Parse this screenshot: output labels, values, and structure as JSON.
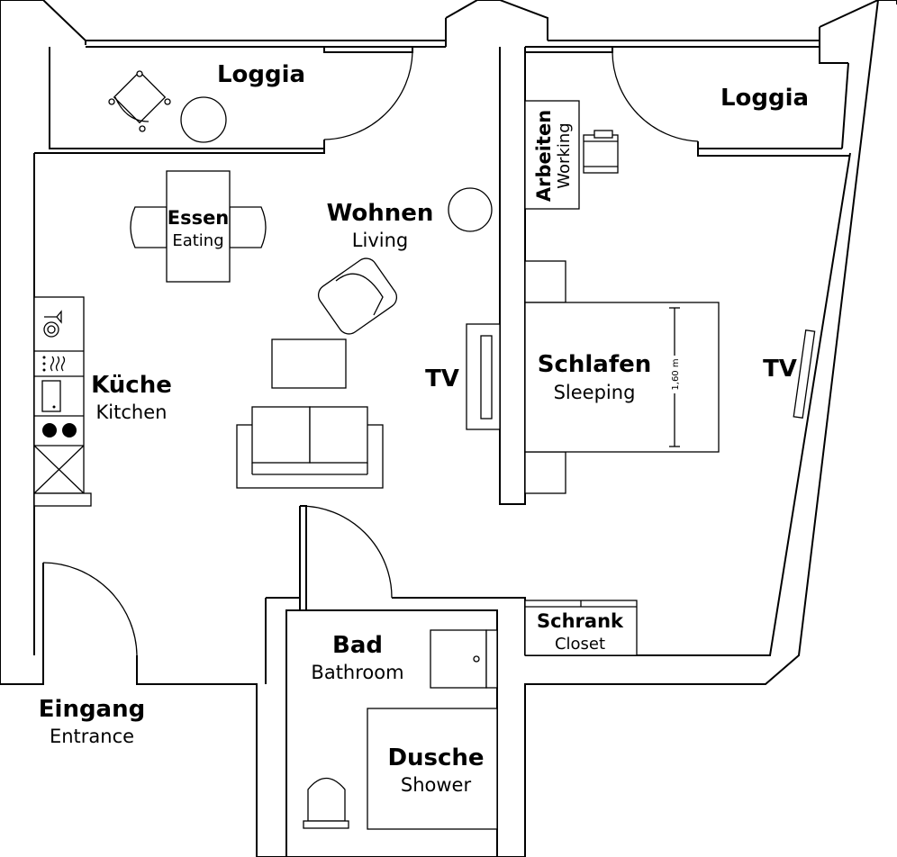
{
  "rooms": {
    "loggia_left": {
      "name": "Loggia"
    },
    "loggia_right": {
      "name": "Loggia"
    },
    "essen": {
      "name": "Essen",
      "subtitle": "Eating"
    },
    "wohnen": {
      "name": "Wohnen",
      "subtitle": "Living"
    },
    "kueche": {
      "name": "Küche",
      "subtitle": "Kitchen"
    },
    "arbeiten": {
      "name": "Arbeiten",
      "subtitle": "Working"
    },
    "schlafen": {
      "name": "Schlafen",
      "subtitle": "Sleeping"
    },
    "schrank": {
      "name": "Schrank",
      "subtitle": "Closet"
    },
    "bad": {
      "name": "Bad",
      "subtitle": "Bathroom"
    },
    "dusche": {
      "name": "Dusche",
      "subtitle": "Shower"
    },
    "eingang": {
      "name": "Eingang",
      "subtitle": "Entrance"
    }
  },
  "tv": {
    "living": "TV",
    "bedroom": "TV"
  },
  "bed": {
    "width_label": "1,60 m"
  }
}
